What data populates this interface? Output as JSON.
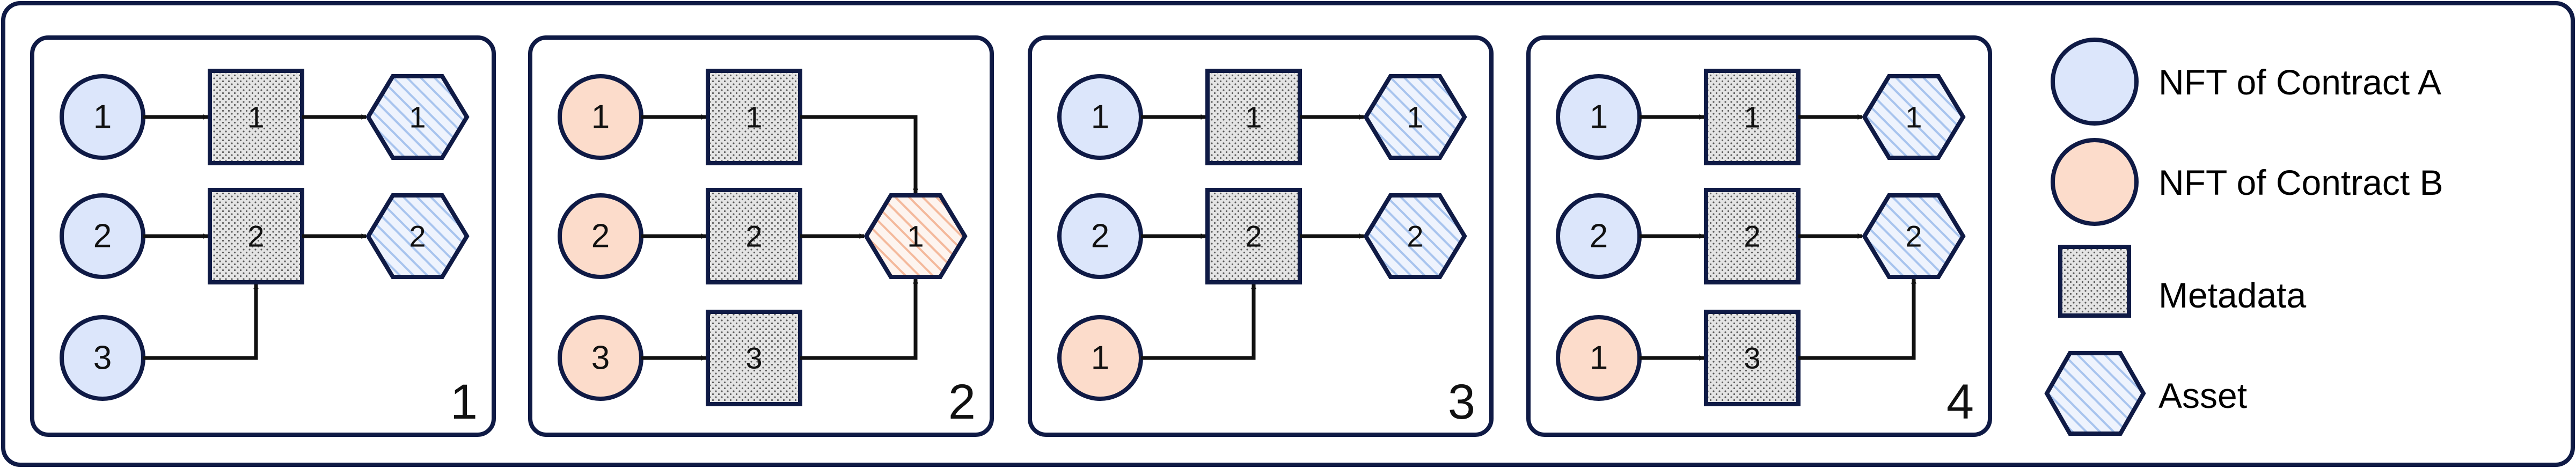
{
  "colors": {
    "frame": "#0f1a45",
    "nft_a_fill": "#dce6fb",
    "nft_b_fill": "#fcdccb",
    "metadata_fill": "#e4e4e4",
    "metadata_dot": "#5a5a5a",
    "asset_fill": "#eef3fd",
    "asset_stripe_a": "#a8c4ee",
    "asset_stripe_b": "#f4b99c",
    "stroke": "#0f1a45",
    "arrow": "#111111"
  },
  "panels": [
    {
      "label": "1",
      "nfts": [
        {
          "text": "1",
          "contract": "A"
        },
        {
          "text": "2",
          "contract": "A"
        },
        {
          "text": "3",
          "contract": "A"
        }
      ],
      "metadata": [
        {
          "text": "1"
        },
        {
          "text": "2"
        },
        {
          "text": ""
        }
      ],
      "assets": [
        {
          "text": "1",
          "contract": "A"
        },
        {
          "text": "2",
          "contract": "A"
        }
      ]
    },
    {
      "label": "2",
      "nfts": [
        {
          "text": "1",
          "contract": "B"
        },
        {
          "text": "2",
          "contract": "B"
        },
        {
          "text": "3",
          "contract": "B"
        }
      ],
      "metadata": [
        {
          "text": "1"
        },
        {
          "text": "2"
        },
        {
          "text": "3"
        }
      ],
      "assets": [
        {
          "text": "1",
          "contract": "B"
        }
      ]
    },
    {
      "label": "3",
      "nfts": [
        {
          "text": "1",
          "contract": "A"
        },
        {
          "text": "2",
          "contract": "A"
        },
        {
          "text": "1",
          "contract": "B"
        }
      ],
      "metadata": [
        {
          "text": "1"
        },
        {
          "text": "2"
        },
        {
          "text": ""
        }
      ],
      "assets": [
        {
          "text": "1",
          "contract": "A"
        },
        {
          "text": "2",
          "contract": "A"
        }
      ]
    },
    {
      "label": "4",
      "nfts": [
        {
          "text": "1",
          "contract": "A"
        },
        {
          "text": "2",
          "contract": "A"
        },
        {
          "text": "1",
          "contract": "B"
        }
      ],
      "metadata": [
        {
          "text": "1"
        },
        {
          "text": "2"
        },
        {
          "text": "3"
        }
      ],
      "assets": [
        {
          "text": "1",
          "contract": "A"
        },
        {
          "text": "2",
          "contract": "A"
        }
      ]
    }
  ],
  "legend": {
    "nft_a": "NFT of Contract A",
    "nft_b": "NFT of Contract B",
    "metadata": "Metadata",
    "asset": "Asset"
  }
}
